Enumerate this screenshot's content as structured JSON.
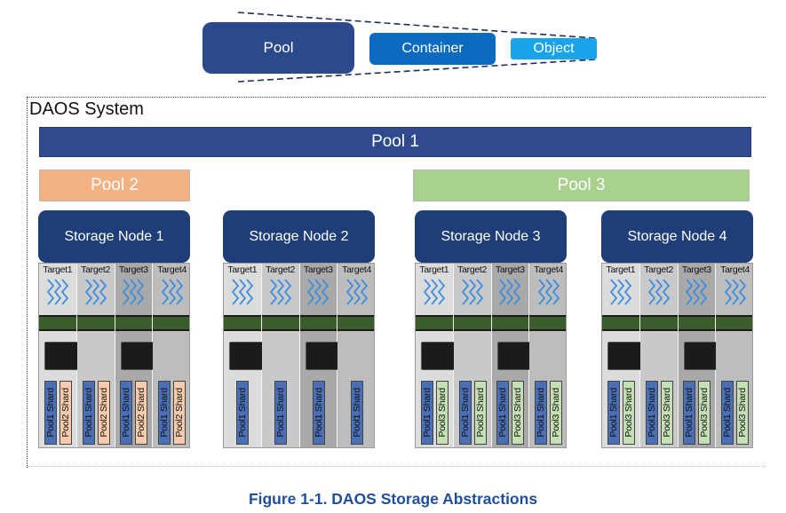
{
  "hierarchy": {
    "pool": "Pool",
    "container": "Container",
    "object": "Object"
  },
  "system": {
    "title": "DAOS System",
    "pool1": "Pool 1",
    "pool2": "Pool 2",
    "pool3": "Pool 3"
  },
  "nodes": [
    {
      "label": "Storage Node 1",
      "targets": [
        "Target1",
        "Target2",
        "Target3",
        "Target4"
      ],
      "shards": [
        [
          "Pool1 Shard",
          "Pool2 Shard"
        ],
        [
          "Pool1 Shard",
          "Pool2 Shard"
        ],
        [
          "Pool1 Shard",
          "Pool2 Shard"
        ],
        [
          "Pool1 Shard",
          "Pool2 Shard"
        ]
      ]
    },
    {
      "label": "Storage Node 2",
      "targets": [
        "Target1",
        "Target2",
        "Target3",
        "Target4"
      ],
      "shards": [
        [
          "Pool1 Shard"
        ],
        [
          "Pool1 Shard"
        ],
        [
          "Pool1 Shard"
        ],
        [
          "Pool1 Shard"
        ]
      ]
    },
    {
      "label": "Storage Node 3",
      "targets": [
        "Target1",
        "Target2",
        "Target3",
        "Target4"
      ],
      "shards": [
        [
          "Pool1 Shard",
          "Pool3 Shard"
        ],
        [
          "Pool1 Shard",
          "Pool3 Shard"
        ],
        [
          "Pool1 Shard",
          "Pool3 Shard"
        ],
        [
          "Pool1 Shard",
          "Pool3 Shard"
        ]
      ]
    },
    {
      "label": "Storage Node 4",
      "targets": [
        "Target1",
        "Target2",
        "Target3",
        "Target4"
      ],
      "shards": [
        [
          "Pool1 Shard",
          "Pool3 Shard"
        ],
        [
          "Pool1 Shard",
          "Pool3 Shard"
        ],
        [
          "Pool1 Shard",
          "Pool3 Shard"
        ],
        [
          "Pool1 Shard",
          "Pool3 Shard"
        ]
      ]
    }
  ],
  "caption": "Figure 1-1. DAOS Storage Abstractions",
  "colors": {
    "pool1": "#2f4a8e",
    "pool2": "#f4b183",
    "pool3": "#a9d18e",
    "node_header": "#1f3e78",
    "caption": "#1f4e9c"
  }
}
